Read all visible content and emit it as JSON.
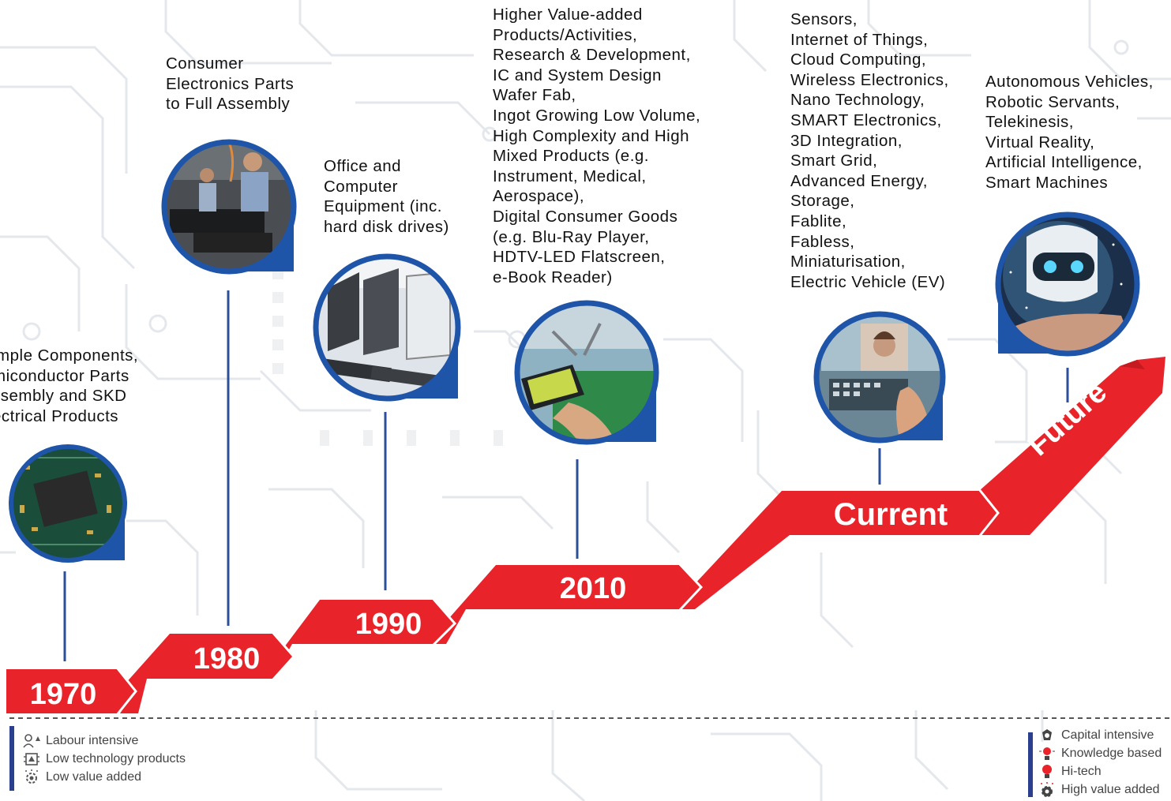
{
  "timeline": [
    {
      "year": "1970",
      "lines": [
        "imple Components,",
        "miconductor Parts",
        "ssembly and SKD",
        "ectrical Products"
      ]
    },
    {
      "year": "1980",
      "lines": [
        "Consumer",
        "Electronics Parts",
        "to Full Assembly"
      ]
    },
    {
      "year": "1990",
      "lines": [
        "Office and",
        "Computer",
        "Equipment (inc.",
        "hard disk drives)"
      ]
    },
    {
      "year": "2010",
      "lines": [
        "Higher Value-added",
        "Products/Activities,",
        "Research & Development,",
        "IC and System Design",
        "Wafer Fab,",
        "Ingot Growing Low Volume,",
        "High Complexity and High",
        "Mixed Products (e.g.",
        "Instrument, Medical,",
        "Aerospace),",
        "Digital Consumer Goods",
        "(e.g. Blu-Ray Player,",
        "HDTV-LED Flatscreen,",
        "e-Book Reader)"
      ]
    },
    {
      "year": "Current",
      "lines": [
        "Sensors,",
        "Internet of Things,",
        "Cloud Computing,",
        "Wireless Electronics,",
        "Nano Technology,",
        "SMART Electronics,",
        "3D Integration,",
        "Smart Grid,",
        "Advanced Energy,",
        "Storage,",
        "Fablite,",
        "Fabless,",
        "Miniaturisation,",
        "Electric Vehicle (EV)"
      ]
    },
    {
      "year": "Future",
      "lines": [
        "Autonomous Vehicles,",
        "Robotic Servants,",
        "Telekinesis,",
        "Virtual Reality,",
        "Artificial Intelligence,",
        "Smart Machines"
      ]
    }
  ],
  "legend_left": [
    {
      "icon": "labour-icon",
      "label": "Labour intensive"
    },
    {
      "icon": "chip-icon",
      "label": "Low technology products"
    },
    {
      "icon": "gear-icon",
      "label": "Low value added"
    }
  ],
  "legend_right": [
    {
      "icon": "capital-icon",
      "label": "Capital intensive"
    },
    {
      "icon": "brain-bulb-icon",
      "label": "Knowledge based"
    },
    {
      "icon": "bulb-icon",
      "label": "Hi-tech"
    },
    {
      "icon": "gear-icon",
      "label": "High value added"
    }
  ],
  "colors": {
    "arrow": "#e8232a",
    "circle_border": "#1f55a8",
    "stem": "#2c4f9a",
    "legend_bar": "#2b3f8f",
    "circuit": "#e3e6ea"
  }
}
